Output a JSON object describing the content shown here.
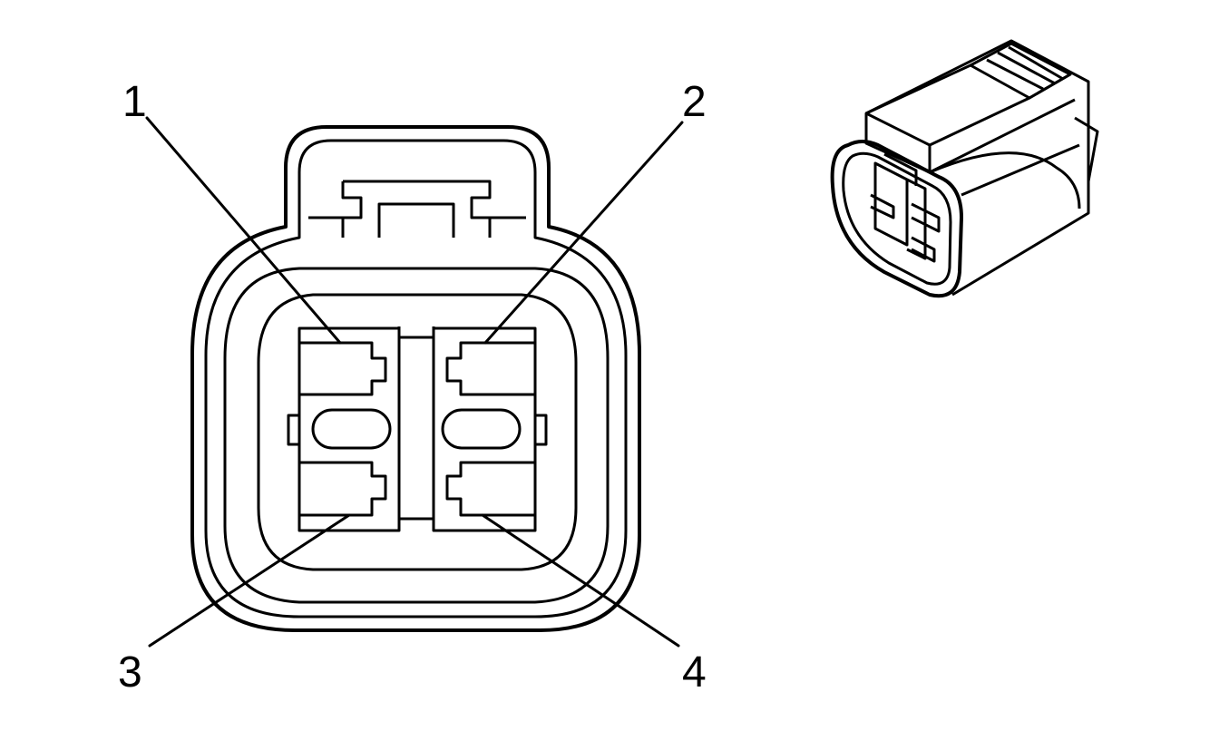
{
  "diagram": {
    "type": "connector-pinout",
    "line_color": "#000000",
    "background": "#ffffff",
    "face_view": {
      "cavities": [
        {
          "label": "1",
          "position": "top-left"
        },
        {
          "label": "2",
          "position": "top-right"
        },
        {
          "label": "3",
          "position": "bottom-left"
        },
        {
          "label": "4",
          "position": "bottom-right"
        }
      ]
    },
    "perspective_view": {}
  }
}
